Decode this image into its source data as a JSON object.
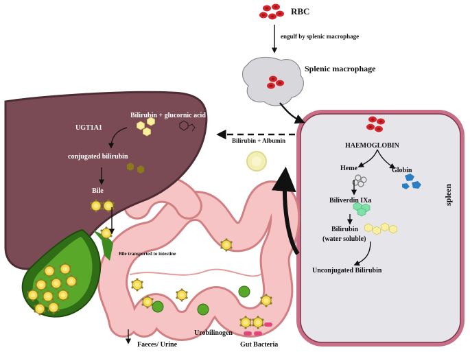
{
  "labels": {
    "rbc": "RBC",
    "engulf": "engulf by splenic macrophage",
    "macrophage": "Splenic macrophage",
    "bilirubin_glucornic": "Bilirubin + glucornic acid",
    "ugt1a1": "UGT1A1",
    "conjugated": "conjugated bilirubin",
    "bile": "Bile",
    "bilirubin_albumin": "Bilirubin + Albumin",
    "haemoglobin": "HAEMOGLOBIN",
    "heme": "Heme",
    "globin": "Globin",
    "biliverdin": "Biliverdin IXa",
    "bilirubin": "Bilirubin",
    "water_soluble": "(water soluble)",
    "unconjugated": "Unconjugated Bilirubin",
    "spleen": "spleen",
    "bile_transported": "Bile transported to intestine",
    "urobilinogen": "Urobilinogen",
    "faeces": "Faeces/ Urine",
    "gut_bacteria": "Gut Bacteria"
  },
  "colors": {
    "liver": "#7a4a55",
    "liver_edge": "#4e2c34",
    "gallbladder": "#3d8a1f",
    "intestine": "#f4b9b9",
    "intestine_edge": "#d27f82",
    "spleen_fill": "#e4e4e8",
    "spleen_edge": "#8c3a55",
    "rbc": "#d5262c",
    "bilirubin_yellow": "#f7e98a",
    "globin_blue": "#2a7fc4",
    "biliverdin_green": "#7fe0a8"
  },
  "icons": [
    "rbc-cluster-icon",
    "macrophage-icon",
    "bilirubin-molecule-icon",
    "globin-icon",
    "heme-icon",
    "biliverdin-icon",
    "bacteria-icon",
    "albumin-icon"
  ]
}
